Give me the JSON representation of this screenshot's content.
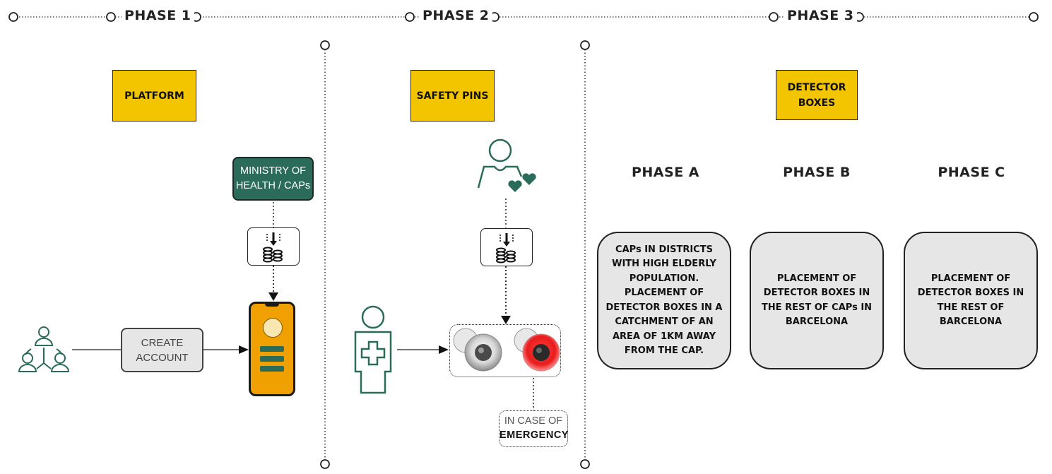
{
  "timeline": {
    "phases": [
      "PHASE 1",
      "PHASE 2",
      "PHASE 3"
    ]
  },
  "phase1": {
    "category": "PLATFORM",
    "ministry": "MINISTRY OF HEALTH / CAPs",
    "create_account": "CREATE ACCOUNT",
    "icons": [
      "group-icon",
      "coins-download-icon",
      "smartphone-app-icon"
    ]
  },
  "phase2": {
    "category": "SAFETY PINS",
    "emergency_top": "IN CASE OF",
    "emergency_bottom": "EMERGENCY",
    "icons": [
      "elderly-person-heart-icon",
      "coins-download-icon",
      "health-worker-icon",
      "safety-pin-icon"
    ],
    "pin_colors": [
      "#bdbdbd",
      "#e81c1c"
    ]
  },
  "phase3": {
    "category": "DETECTOR BOXES",
    "subphases": [
      {
        "title": "PHASE A",
        "text": "CAPs IN DISTRICTS WITH HIGH ELDERLY POPULATION. PLACEMENT OF DETECTOR BOXES IN A CATCHMENT OF AN AREA OF 1KM AWAY FROM THE CAP."
      },
      {
        "title": "PHASE B",
        "text": "PLACEMENT OF DETECTOR BOXES IN THE REST OF CAPs IN BARCELONA"
      },
      {
        "title": "PHASE C",
        "text": "PLACEMENT OF DETECTOR BOXES IN THE REST OF BARCELONA"
      }
    ]
  },
  "colors": {
    "yellow": "#f2c500",
    "teal": "#2b6b5a",
    "grey_card": "#e6e6e6",
    "orange_phone": "#f0a000",
    "red_pin": "#e81c1c"
  }
}
